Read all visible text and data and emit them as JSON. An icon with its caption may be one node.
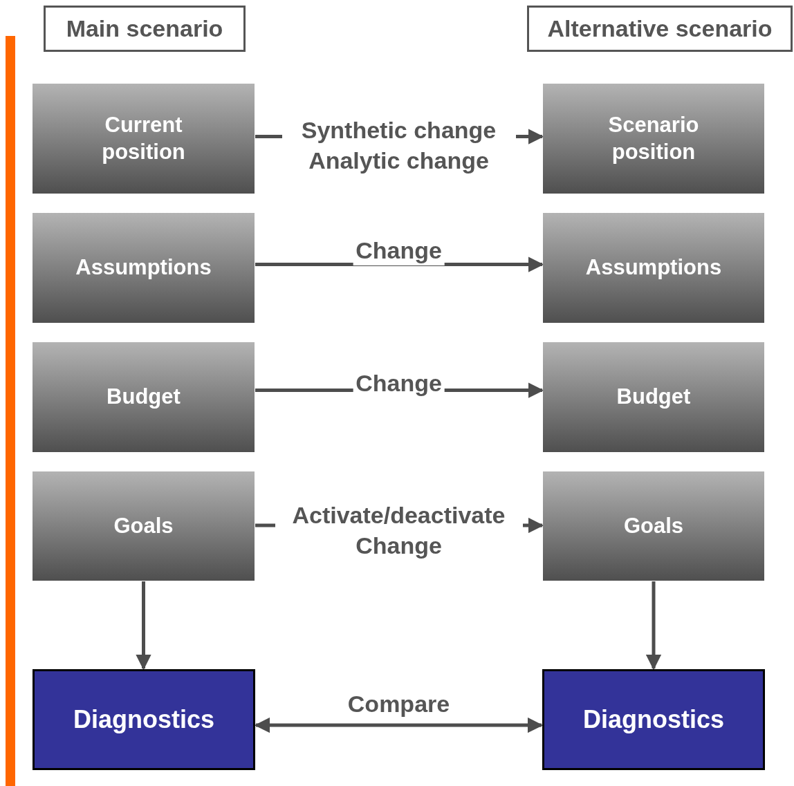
{
  "diagram": {
    "nodes": [
      {
        "text": [
          "Main scenario"
        ]
      },
      {
        "text": [
          "Alternative scenario"
        ]
      },
      {
        "text": [
          "Current position"
        ]
      },
      {
        "text": [
          "Scenario position"
        ]
      },
      {
        "text": [
          "Assumptions"
        ]
      },
      {
        "text": [
          "Assumptions"
        ]
      },
      {
        "text": [
          "Budget"
        ]
      },
      {
        "text": [
          "Budget"
        ]
      },
      {
        "text": [
          "Goals"
        ]
      },
      {
        "text": [
          "Goals"
        ]
      },
      {
        "text": [
          "Diagnostics"
        ]
      },
      {
        "text": [
          "Diagnostics"
        ]
      }
    ],
    "edges": [
      {
        "from": 2,
        "to": 3,
        "arrow": "to",
        "label": "Synthetic change Analytic change"
      },
      {
        "from": 4,
        "to": 5,
        "arrow": "to",
        "label": "Change"
      },
      {
        "from": 6,
        "to": 7,
        "arrow": "to",
        "label": "Change"
      },
      {
        "from": 8,
        "to": 9,
        "arrow": "to",
        "label": "Activate/deactivate Change"
      },
      {
        "from": 8,
        "to": 10,
        "arrow": "to"
      },
      {
        "from": 9,
        "to": 11,
        "arrow": "to"
      },
      {
        "from": 10,
        "to": 11,
        "arrow": "both",
        "label": "Compare"
      }
    ]
  }
}
